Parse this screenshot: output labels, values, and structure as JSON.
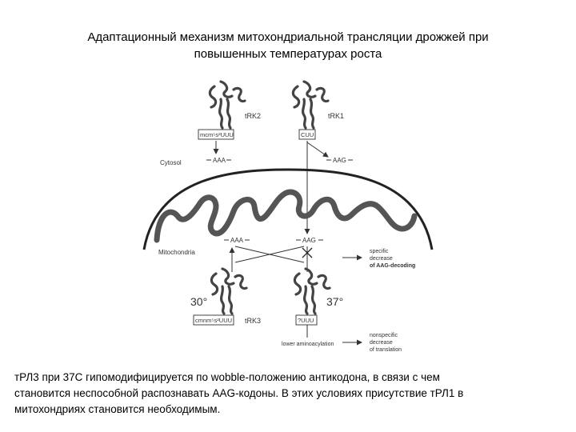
{
  "title_line1": "Адаптационный механизм митохондриальной трансляции дрожжей при",
  "title_line2": "повышенных температурах роста",
  "labels": {
    "trk2": "tRK2",
    "trk1": "tRK1",
    "trk3": "tRK3",
    "anticodon_trk2": "mcm⁵s²UUU",
    "anticodon_trk1": "CUU",
    "anticodon_trk3_left": "cmnm⁵s²UUU",
    "anticodon_trk3_right": "?UUU",
    "cytosol": "Cytosol",
    "mitochondria": "Mitochondria",
    "aaa_cyto": "AAA",
    "aag_cyto": "AAG",
    "aaa_mito": "AAA",
    "aag_mito": "AAG",
    "temp_30": "30°",
    "temp_37": "37°",
    "specific_line1": "specific",
    "specific_line2": "decrease",
    "specific_line3": "of AAG-decoding",
    "lower_aminoacylation": "lower aminoacylation",
    "nonspecific_line1": "nonspecific",
    "nonspecific_line2": "decrease",
    "nonspecific_line3": "of translation"
  },
  "caption_line1": "тРЛ3 при 37С гипомодифицируется по wobble-положению антикодона, в связи с чем",
  "caption_line2": "становится неспособной распознавать AAG-кодоны. В этих условиях присутствие тРЛ1 в",
  "caption_line3": "митохондриях становится необходимым."
}
